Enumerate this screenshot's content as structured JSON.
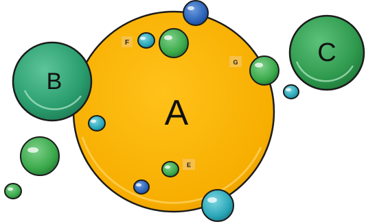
{
  "colors": {
    "circle_a_fill": "#fbb40a",
    "circle_b_fill": "#2a9d6e",
    "circle_c_fill": "#2e9e3a",
    "bubble_teal": "#2aa7b8",
    "bubble_blue": "#2b63b8",
    "bubble_green": "#3aa94a",
    "label_box": "#f7c04a"
  },
  "labels": {
    "a": "A",
    "b": "B",
    "c": "C",
    "e": "E",
    "f": "F",
    "g": "G"
  }
}
